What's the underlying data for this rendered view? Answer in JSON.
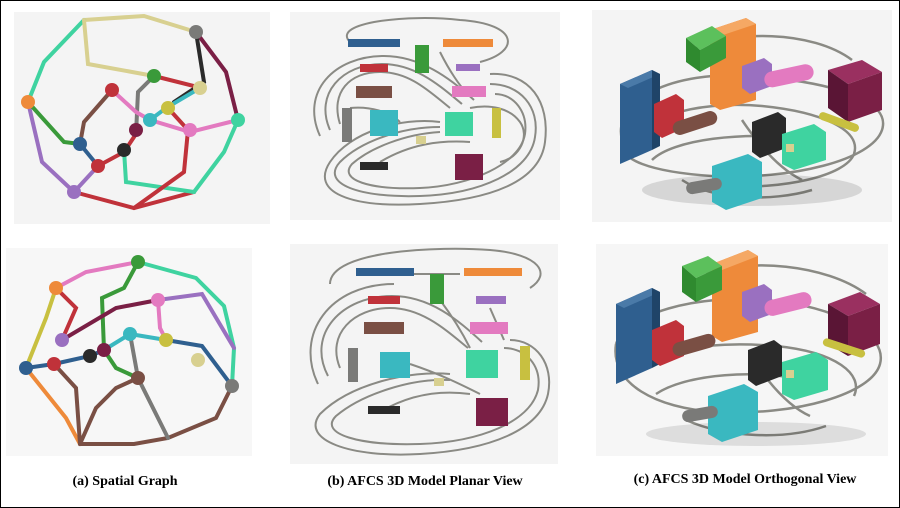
{
  "captions": {
    "a": "(a) Spatial Graph",
    "b": "(b) AFCS 3D Model Planar View",
    "c": "(c) AFCS 3D Model Orthogonal View"
  },
  "colors": {
    "blue": "#2f5f8f",
    "red": "#c0323a",
    "green": "#3a9a3a",
    "orange": "#ee8a3a",
    "purple": "#9a70c0",
    "pink": "#e37ac0",
    "teal": "#3ab8c0",
    "mint": "#3fd3a0",
    "olive": "#c8c040",
    "brown": "#7a4f44",
    "gray": "#7a7a78",
    "black": "#2a2a2a",
    "khaki": "#d8d090",
    "maroon": "#7a1f45",
    "wire": "#8a8a84"
  }
}
